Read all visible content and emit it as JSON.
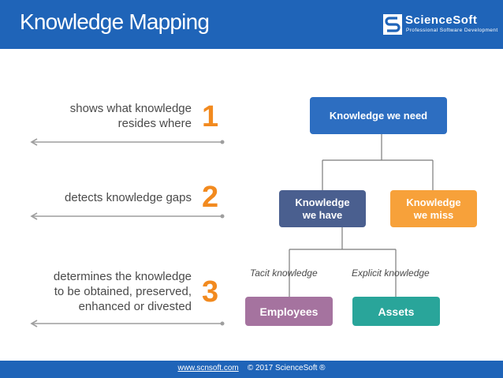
{
  "header": {
    "title": "Knowledge Mapping",
    "logo_name": "ScienceSoft",
    "logo_tagline": "Professional Software Development"
  },
  "rows": [
    {
      "desc_lines": [
        "shows what knowledge",
        "resides where"
      ],
      "number": "1"
    },
    {
      "desc_lines": [
        "detects knowledge gaps"
      ],
      "number": "2"
    },
    {
      "desc_lines": [
        "determines the knowledge",
        "to be obtained, preserved,",
        "enhanced or divested"
      ],
      "number": "3"
    }
  ],
  "diagram": {
    "root": "Knowledge we need",
    "have": [
      "Knowledge",
      "we have"
    ],
    "miss": [
      "Knowledge",
      "we miss"
    ],
    "tacit_label": "Tacit knowledge",
    "explicit_label": "Explicit knowledge",
    "employees": "Employees",
    "assets": "Assets"
  },
  "footer": {
    "link": "www.scnsoft.com",
    "copyright": "© 2017 ScienceSoft ®"
  },
  "colors": {
    "header_blue": "#1f64b8",
    "root_blue": "#2d6ec1",
    "have_navy": "#4a5f8f",
    "miss_orange": "#f7a13a",
    "employees_purple": "#a5739f",
    "assets_teal": "#29a59a",
    "number_orange": "#f28a1f"
  }
}
